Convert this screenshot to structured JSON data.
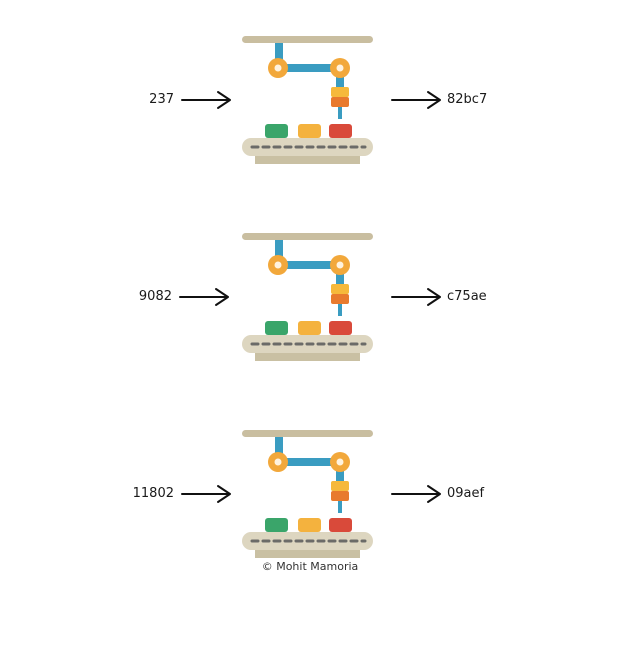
{
  "colors": {
    "rail": "#c9bea0",
    "arm": "#3a9cc1",
    "joint": "#f2a83b",
    "joint_center": "#fff3df",
    "gripper_top": "#f6b93b",
    "gripper_bottom": "#e87a2e",
    "box_green": "#3aa56a",
    "box_yellow": "#f4b23e",
    "box_red": "#d94a3a",
    "conveyor": "#ddd6c0",
    "conveyor_base": "#c9c0a3",
    "conveyor_dash": "#6b6b68",
    "arrow": "#111111"
  },
  "rows": [
    {
      "input": "237",
      "output": "82bc7"
    },
    {
      "input": "9082",
      "output": "c75ae"
    },
    {
      "input": "11802",
      "output": "09aef"
    }
  ],
  "credit": "© Mohit Mamoria"
}
